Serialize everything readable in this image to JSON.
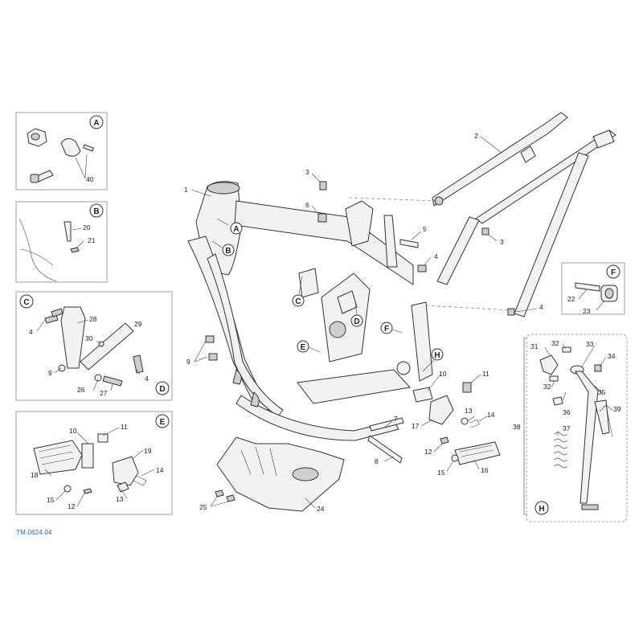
{
  "reference_code": "TM.0624.04",
  "inset_letters": [
    "A",
    "B",
    "C",
    "D",
    "E",
    "F",
    "H"
  ],
  "callouts": {
    "n1": "1",
    "n2": "2",
    "n3a": "3",
    "n3b": "3",
    "n4a": "4",
    "n4b": "4",
    "n4c": "4",
    "n4d": "4",
    "n5": "5",
    "n6": "6",
    "n7": "7",
    "n8": "8",
    "n9a": "9",
    "n9b": "9",
    "n10a": "10",
    "n10b": "10",
    "n11a": "11",
    "n11b": "11",
    "n12a": "12",
    "n12b": "12",
    "n13a": "13",
    "n13b": "13",
    "n14a": "14",
    "n14b": "14",
    "n15a": "15",
    "n15b": "15",
    "n16": "16",
    "n17": "17",
    "n18": "18",
    "n19": "19",
    "n20": "20",
    "n21": "21",
    "n22": "22",
    "n23": "23",
    "n24": "24",
    "n25": "25",
    "n26": "26",
    "n27": "27",
    "n28": "28",
    "n29": "29",
    "n30": "30",
    "n31": "31",
    "n32a": "32",
    "n32b": "32",
    "n33": "33",
    "n34": "34",
    "n35": "35",
    "n36": "36",
    "n37": "37",
    "n38": "38",
    "n39": "39",
    "n40": "40"
  },
  "arrow_markers": {
    "A": "A",
    "B": "B",
    "C": "C",
    "D": "D",
    "E": "E",
    "F": "F",
    "H": "H"
  }
}
